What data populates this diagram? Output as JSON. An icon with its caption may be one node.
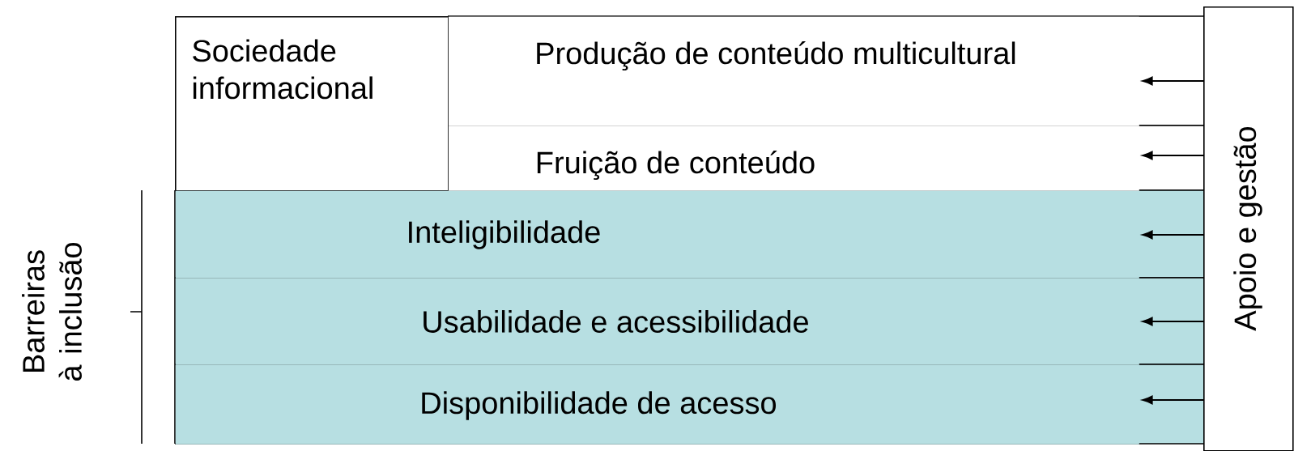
{
  "diagram": {
    "nodes": [
      {
        "text": [
          "Sociedade informacional"
        ]
      },
      {
        "text": [
          "Produção de conteúdo multicultural"
        ]
      },
      {
        "text": [
          "Fruição de conteúdo"
        ]
      },
      {
        "text": [
          "Inteligibilidade"
        ]
      },
      {
        "text": [
          "Usabilidade e acessibilidade"
        ]
      },
      {
        "text": [
          "Disponibilidade de acesso"
        ]
      },
      {
        "text": [
          "Apoio e gestão"
        ]
      }
    ],
    "edges": [
      {
        "from": 6,
        "to": 1,
        "arrow": "to"
      },
      {
        "from": 6,
        "to": 2,
        "arrow": "to"
      },
      {
        "from": 6,
        "to": 3,
        "arrow": "to"
      },
      {
        "from": 6,
        "to": 4,
        "arrow": "to"
      },
      {
        "from": 6,
        "to": 5,
        "arrow": "to"
      }
    ],
    "labels": [
      "Barreiras à inclusão"
    ]
  }
}
